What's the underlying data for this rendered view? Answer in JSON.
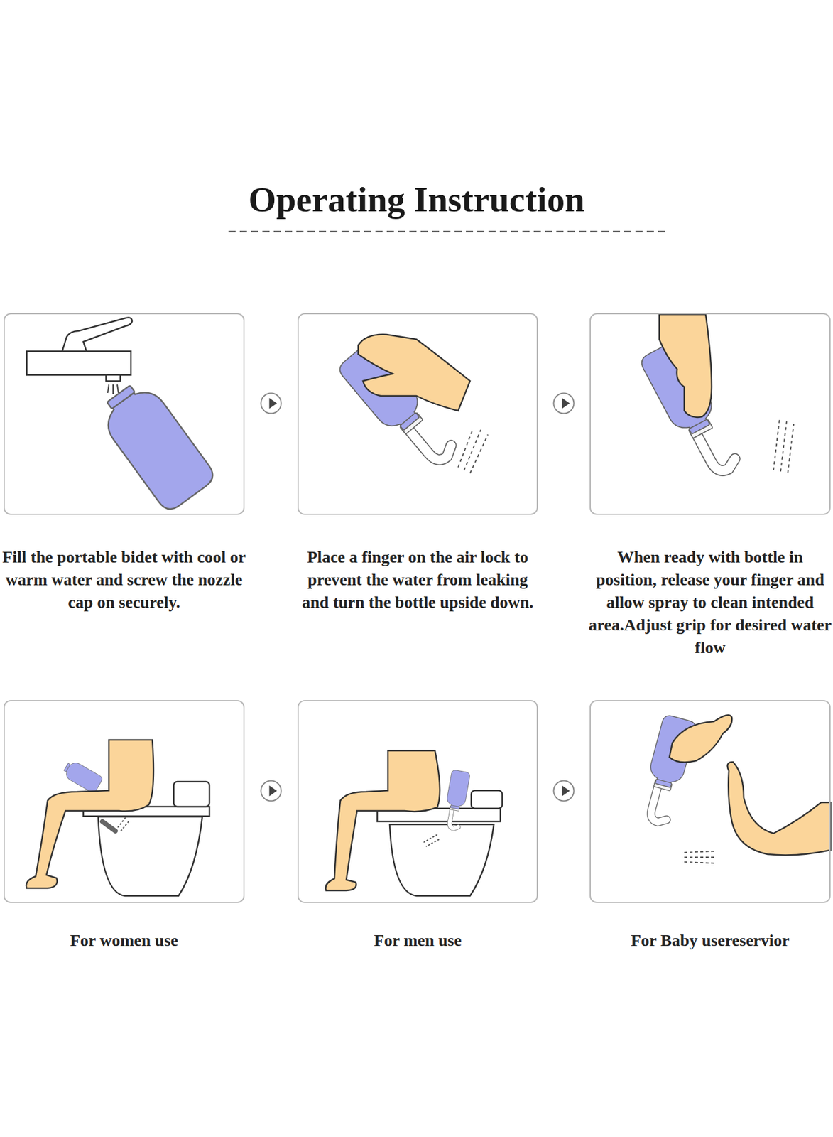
{
  "diagram": {
    "title": "Operating Instruction",
    "nodes": [
      {
        "text": [
          "Fill the portable bidet with cool or warm water and screw the nozzle cap on securely."
        ]
      },
      {
        "text": [
          "Place a finger on the air lock to prevent the water from leaking and turn the bottle upside down."
        ]
      },
      {
        "text": [
          "When ready with bottle in position, release your finger and allow spray to clean intended area.Adjust grip for desired water flow"
        ]
      },
      {
        "text": [
          "For women use"
        ]
      },
      {
        "text": [
          "For men use"
        ]
      },
      {
        "text": [
          "For Baby usereservior"
        ]
      }
    ],
    "edges": [
      {
        "from": 0,
        "to": 1,
        "arrow": "to"
      },
      {
        "from": 1,
        "to": 2,
        "arrow": "to"
      },
      {
        "from": 3,
        "to": 4,
        "arrow": "to"
      },
      {
        "from": 4,
        "to": 5,
        "arrow": "to"
      }
    ]
  }
}
